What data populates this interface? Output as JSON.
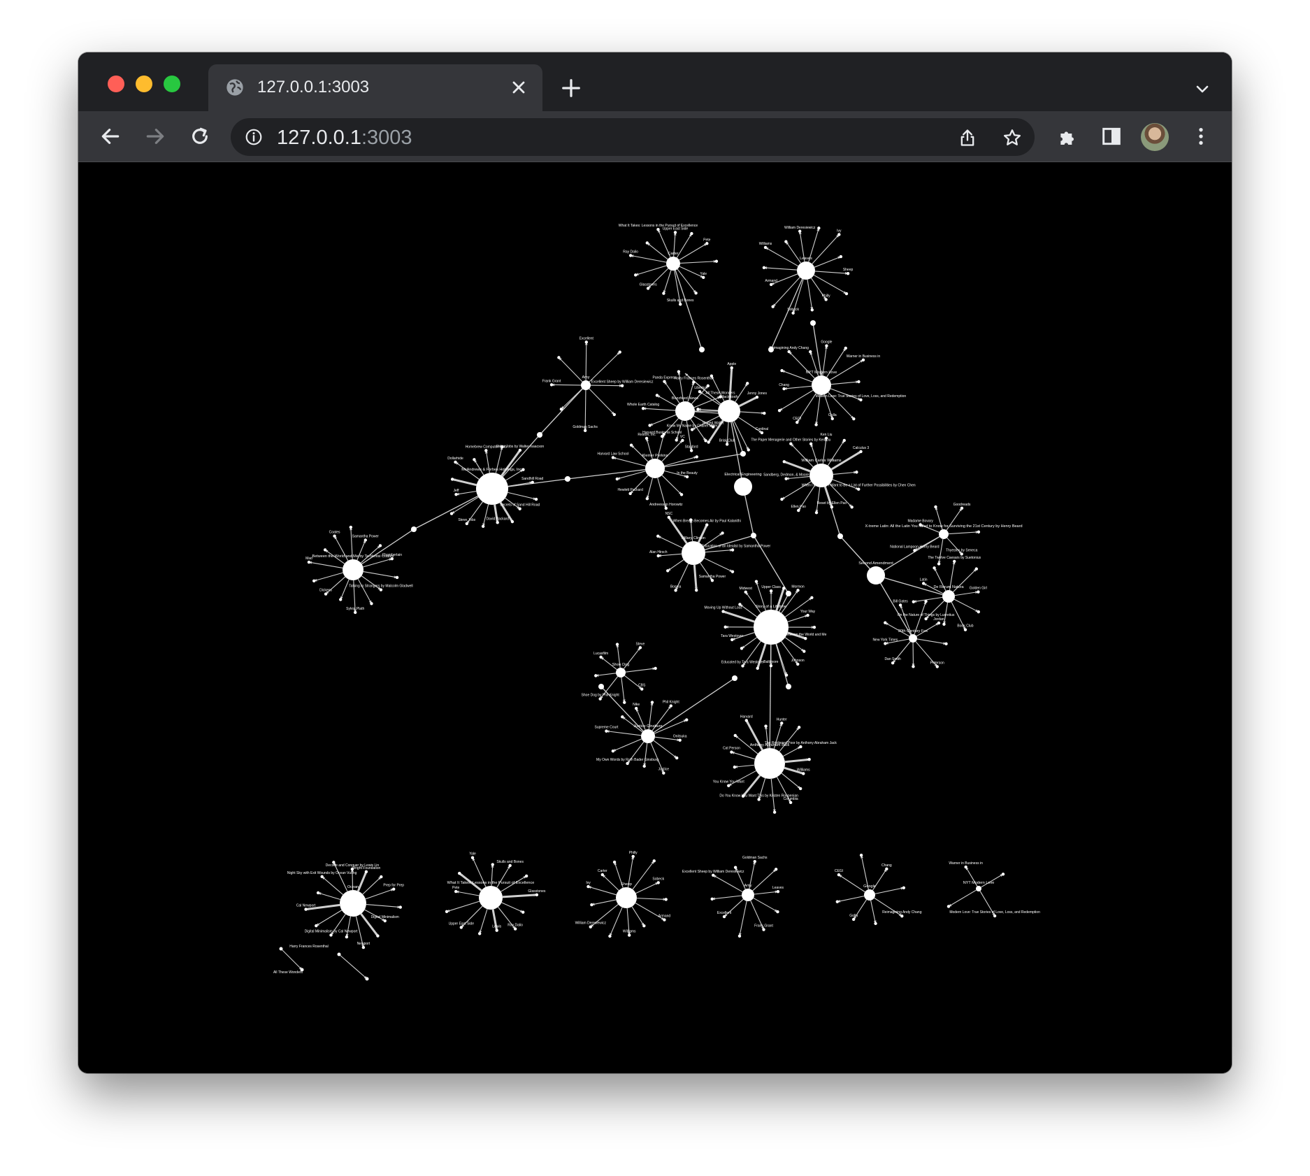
{
  "browser": {
    "tab_title": "127.0.0.1:3003",
    "url_host": "127.0.0.1",
    "url_port": ":3003",
    "icons": [
      "globe-icon",
      "close-icon",
      "plus-icon",
      "chevron-down-icon",
      "back-arrow-icon",
      "forward-arrow-icon",
      "reload-icon",
      "info-icon",
      "share-icon",
      "star-icon",
      "extensions-icon",
      "side-panel-icon",
      "profile-avatar",
      "more-vert-icon"
    ]
  },
  "graph": {
    "node_color": "#ffffff",
    "edge_color": "#cfcfcf",
    "labels": [
      "Upper East Side",
      "Pete",
      "Yale",
      "Skulls and Bones",
      "Glasstones",
      "Ray Dalio",
      "What It Takes: Lessons in the Pursuit of Excellence",
      "Carter",
      "Philly",
      "Sobeck",
      "Armand",
      "Williams",
      "William Deresiewicz",
      "Ivy",
      "Sheep",
      "Leaves",
      "Frank Grant",
      "Excellent",
      "Excellent Sheep by William Deresiewicz",
      "Goldman Sachs",
      "Amy",
      "Golla",
      "CEGI",
      "Chang",
      "Reimagining Andy Chang",
      "Google",
      "Warner in Business in",
      "Modern Love: True Stories of Love, Loss, and Redemption",
      "NYT Modern Love",
      "Harry Frances Rosenthal",
      "All These Wonders",
      "Slotted Wallet",
      "Stanford",
      "Harvard Business School",
      "Whole Earth Catalog",
      "Panda Express",
      "Buzzfeed News",
      "Jenny Jones",
      "Cardinal",
      "Brisk Club",
      "Know My Name by Chanel Miller",
      "Liberty",
      "Apple",
      "Macintosh",
      "David Packard",
      "Steve Jobs",
      "Jeff",
      "Dollarhide",
      "Homebrew Computer Club",
      "Steve Jobs by Walter Isaacson",
      "Sandhill Road",
      "Secrets of Sand Hill Road",
      "McAndrews & Forbes Holdings, Inc.",
      "Reston, Inc",
      "VC",
      "In the Beauty",
      "Andreessen Horowitz",
      "Hewlett Packard",
      "Harvard Law School",
      "Kleiner Perkins",
      "Electrical Engineering",
      "Reset by Ellen Pao",
      "Ellen Pao",
      "Sandberg, Dedmon, & Moore",
      "The Paper Menagerie and Other Stories by Ken Liu",
      "Ken Liu",
      "Calculus 3",
      "When I Grow Up I Want to Be a List of Further Possibilities by Chen Chen",
      "William Carlos Williams",
      "Madame Bovary",
      "Goodreads",
      "Thyestes by Seneca",
      "National Lampoon-Henry Beard",
      "X-treme Latin: All the Latin You Need to Know for Surviving the 21st Century by Henry Beard",
      "Latin",
      "The Twelve Caesars by Suetonius",
      "Golden Girl",
      "Book Club",
      "On the Nature of Things by Lucretius",
      "De Rerum Natura",
      "Second Amendment",
      "When Breath Becomes Air by Paul Kalanithi",
      "The Education of an Idealist by Samantha Power",
      "Samantha Power",
      "Bosnia",
      "Alan Hirsch",
      "NSC",
      "Hillary Clinton",
      "Samantha Power",
      "Chamberlain",
      "Talking to Strangers by Malcolm Gladwell",
      "Sylvia Plath",
      "Dickens",
      "Mad",
      "Coates",
      "Between the World and Me by Ta-Nehisi Coates",
      "Between the World and Me",
      "Johnson",
      "Baltimore",
      "Educated by Tara Westover",
      "Tara Westover",
      "Moving Up Without Loss",
      "Midwest",
      "Upper Class",
      "Mormon",
      "Your Way",
      "Story of a Lifetime",
      "New York Times",
      "Bill Gates",
      "Jordan",
      "Peterson",
      "Dan Smith",
      "20th Century Fox",
      "Lucasfilm",
      "Steve",
      "CBS",
      "Shoe Dog by Phil Knight",
      "Shoe Dog",
      "Nike",
      "Phil Knight",
      "Onitsuka",
      "Justice",
      "My Own Words by Ruth Bader Ginsburg",
      "Supreme Court",
      "Justice Ginsburg",
      "Williams",
      "Columbia",
      "Do You Know You Want This by Kristen Roupenian",
      "You Know You Want",
      "Cat Person",
      "Harvard",
      "Hunter",
      "The Privileged Poor by Anthony Abraham Jack",
      "Anthony Abraham Jack",
      "Wright Foundation",
      "Prep for Prep",
      "Digital Minimalism",
      "Newport",
      "Digital Minimalism by Cal Newport",
      "Cal Newport",
      "Night Sky with Exit Wounds by Ocean Vuong",
      "Decode and Conquer by Lewis Lin",
      "Ocean",
      "Lewis"
    ]
  }
}
